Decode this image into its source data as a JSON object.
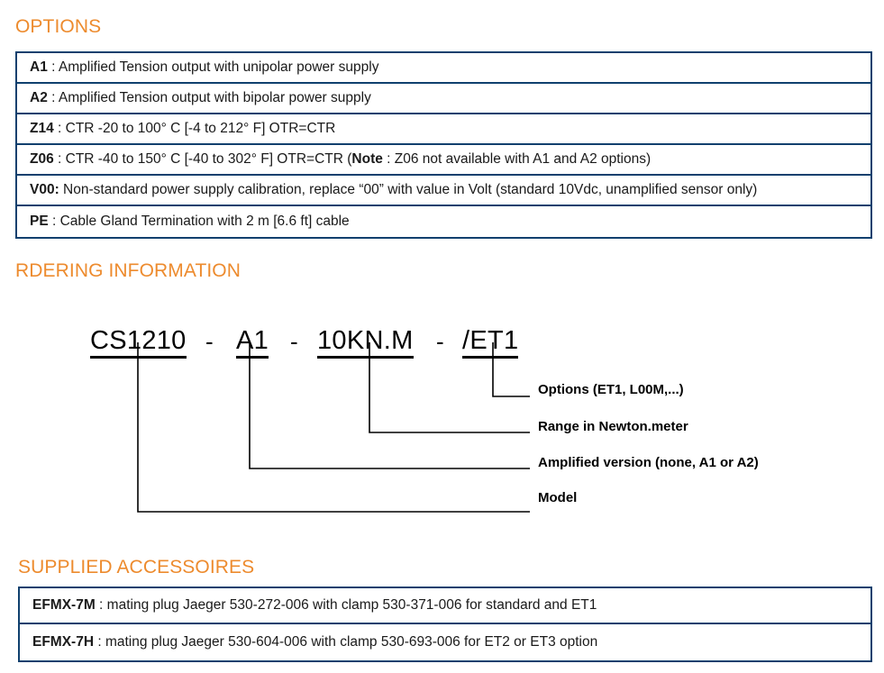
{
  "sections": {
    "options": {
      "heading": "OPTIONS",
      "rows": [
        {
          "code": "A1",
          "text": " : Amplified Tension output with unipolar power supply"
        },
        {
          "code": "A2",
          "text": " : Amplified Tension output with bipolar power supply"
        },
        {
          "code": "Z14",
          "text": " : CTR -20 to 100° C [-4 to 212° F] OTR=CTR"
        },
        {
          "code": "Z06",
          "text": " : CTR -40 to 150° C [-40 to 302° F] OTR=CTR (",
          "bold_mid": "Note",
          "text2": " : Z06 not available with A1 and A2 options)"
        },
        {
          "code": "V00:",
          "text": " Non-standard power supply calibration, replace “00” with value in Volt (standard 10Vdc, unamplified sensor only)"
        },
        {
          "code": "PE",
          "text": " : Cable Gland Termination with 2 m [6.6 ft] cable"
        }
      ]
    },
    "ordering": {
      "heading": "RDERING INFORMATION",
      "part_number": {
        "model": "CS1210",
        "sep1": "-",
        "amplified": "A1",
        "sep2": "-",
        "range": "10KN.M",
        "sep3": "-",
        "options": "/ET1"
      },
      "labels": [
        {
          "key": "options",
          "text": "Options (ET1, L00M,...)"
        },
        {
          "key": "range",
          "text": "Range in Newton.meter"
        },
        {
          "key": "amplified",
          "text": "Amplified version (none, A1 or A2)"
        },
        {
          "key": "model",
          "text": "Model"
        }
      ]
    },
    "accessories": {
      "heading": "SUPPLIED ACCESSOIRES",
      "rows": [
        {
          "code": "EFMX-7M",
          "text": " : mating plug Jaeger 530-272-006 with clamp 530-371-006 for standard and ET1"
        },
        {
          "code": "EFMX-7H",
          "text": " : mating plug Jaeger 530-604-006 with clamp 530-693-006 for ET2 or ET3 option"
        }
      ]
    }
  },
  "colors": {
    "heading": "#ED8B2E",
    "table_border": "#10406E",
    "text": "#1a1a1a",
    "leader_line": "#000000"
  }
}
